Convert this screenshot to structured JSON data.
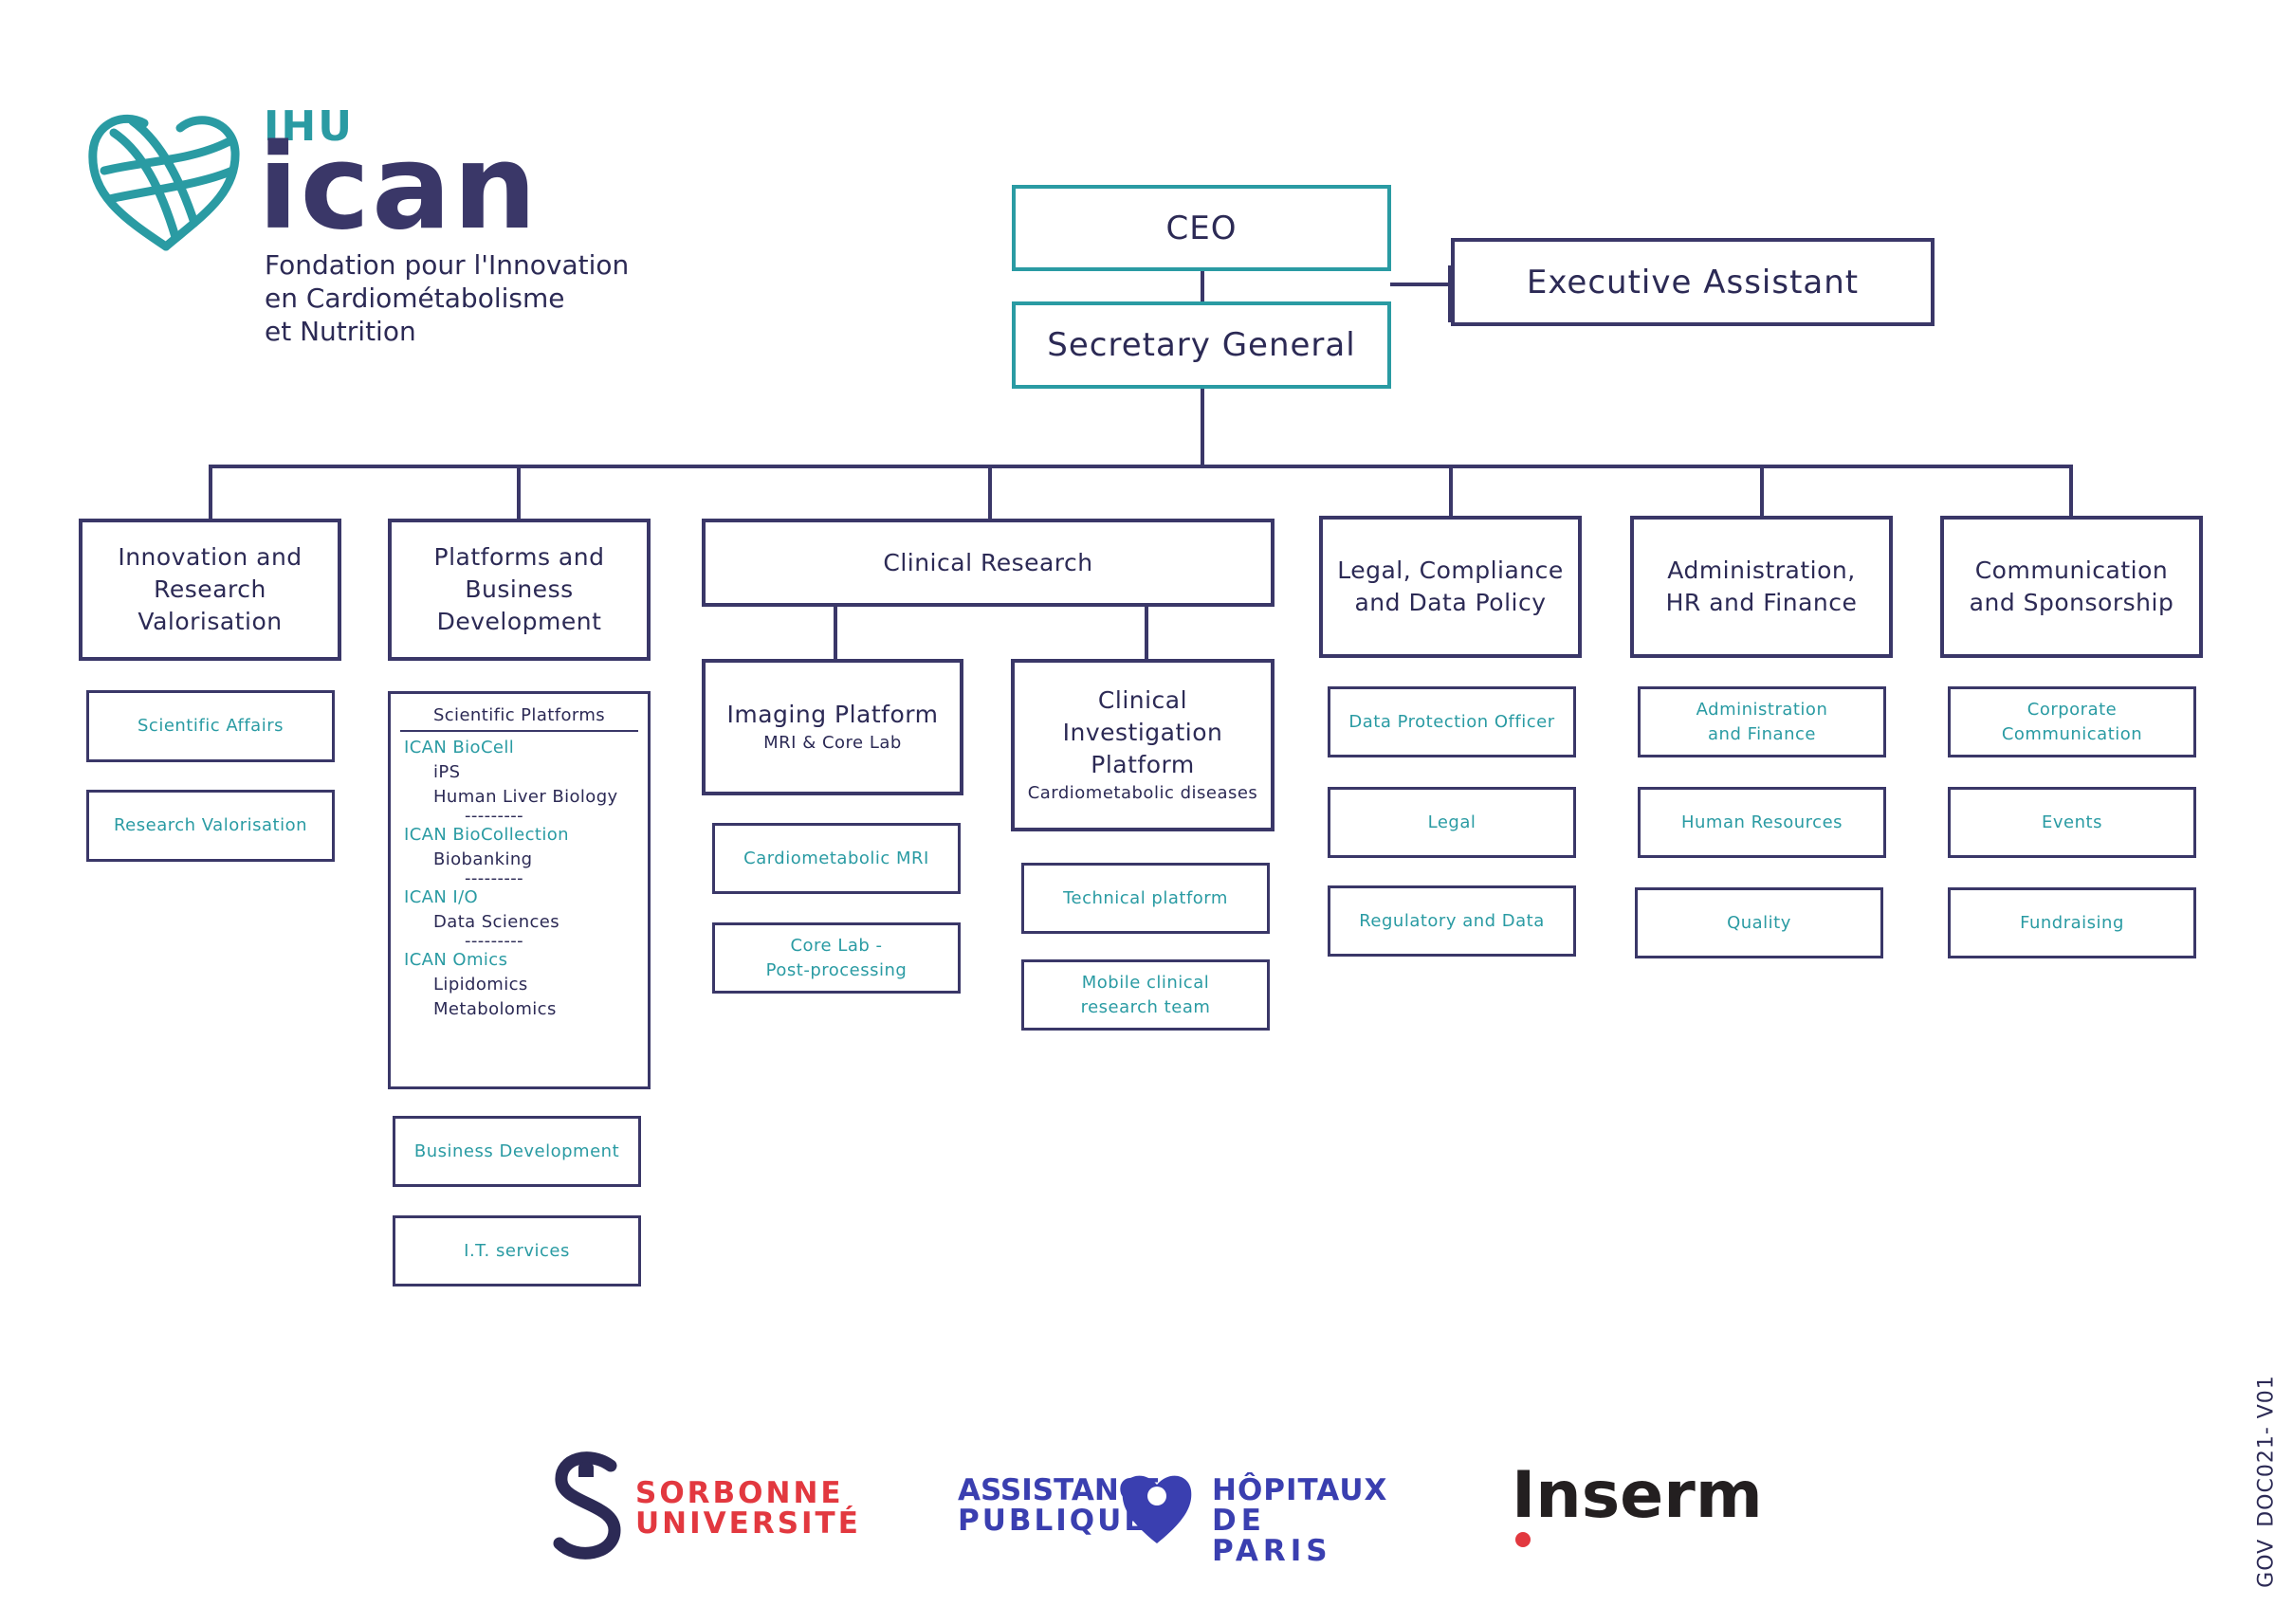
{
  "logo": {
    "ihu": "IHU",
    "ican": "ican",
    "subtitle_lines": [
      "Fondation pour l'Innovation",
      "en Cardiométabolisme",
      "et Nutrition"
    ]
  },
  "top": {
    "ceo": "CEO",
    "executive_assistant": "Executive Assistant",
    "secretary_general": "Secretary General"
  },
  "departments": {
    "innovation": [
      "Innovation and",
      "Research",
      "Valorisation"
    ],
    "platforms": [
      "Platforms and",
      "Business",
      "Development"
    ],
    "clinical_research": "Clinical Research",
    "legal": [
      "Legal, Compliance",
      "and Data Policy"
    ],
    "admin": [
      "Administration,",
      "HR and Finance"
    ],
    "communication": [
      "Communication",
      "and Sponsorship"
    ]
  },
  "innovation_units": [
    "Scientific Affairs",
    "Research Valorisation"
  ],
  "scientific_platforms": {
    "title": "Scientific Platforms",
    "groups": [
      {
        "name": "ICAN BioCell",
        "items": [
          "iPS",
          "Human Liver Biology"
        ]
      },
      {
        "name": "ICAN BioCollection",
        "items": [
          "Biobanking"
        ]
      },
      {
        "name": "ICAN I/O",
        "items": [
          "Data Sciences"
        ]
      },
      {
        "name": "ICAN Omics",
        "items": [
          "Lipidomics",
          "Metabolomics"
        ]
      }
    ],
    "separator": "---------"
  },
  "platforms_units": [
    "Business Development",
    "I.T. services"
  ],
  "imaging_platform": {
    "title": "Imaging Platform",
    "subtitle": "MRI & Core Lab",
    "units": [
      [
        "Cardiometabolic MRI"
      ],
      [
        "Core Lab -",
        "Post-processing"
      ]
    ]
  },
  "clinical_investigation": {
    "title": [
      "Clinical",
      "Investigation",
      "Platform"
    ],
    "subtitle": "Cardiometabolic diseases",
    "units": [
      [
        "Technical platform"
      ],
      [
        "Mobile clinical",
        "research team"
      ]
    ]
  },
  "legal_units": [
    "Data Protection Officer",
    "Legal",
    "Regulatory and Data"
  ],
  "admin_units": [
    [
      "Administration",
      "and Finance"
    ],
    [
      "Human Resources"
    ],
    [
      "Quality"
    ]
  ],
  "communication_units": [
    [
      "Corporate",
      "Communication"
    ],
    [
      "Events"
    ],
    [
      "Fundraising"
    ]
  ],
  "partners": {
    "sorbonne": [
      "SORBONNE",
      "UNIVERSITÉ"
    ],
    "aphp_left": [
      "ASSISTANCE",
      "PUBLIQUE"
    ],
    "aphp_right": [
      "HÔPITAUX",
      "DE PARIS"
    ],
    "inserm": "Inserm"
  },
  "doc_code": "GOV_DOC021- V01",
  "colors": {
    "navy": "#3a3768",
    "teal": "#2a9ba3",
    "sorbonne_red": "#e2383f",
    "aphp_blue": "#3a3fb0"
  }
}
